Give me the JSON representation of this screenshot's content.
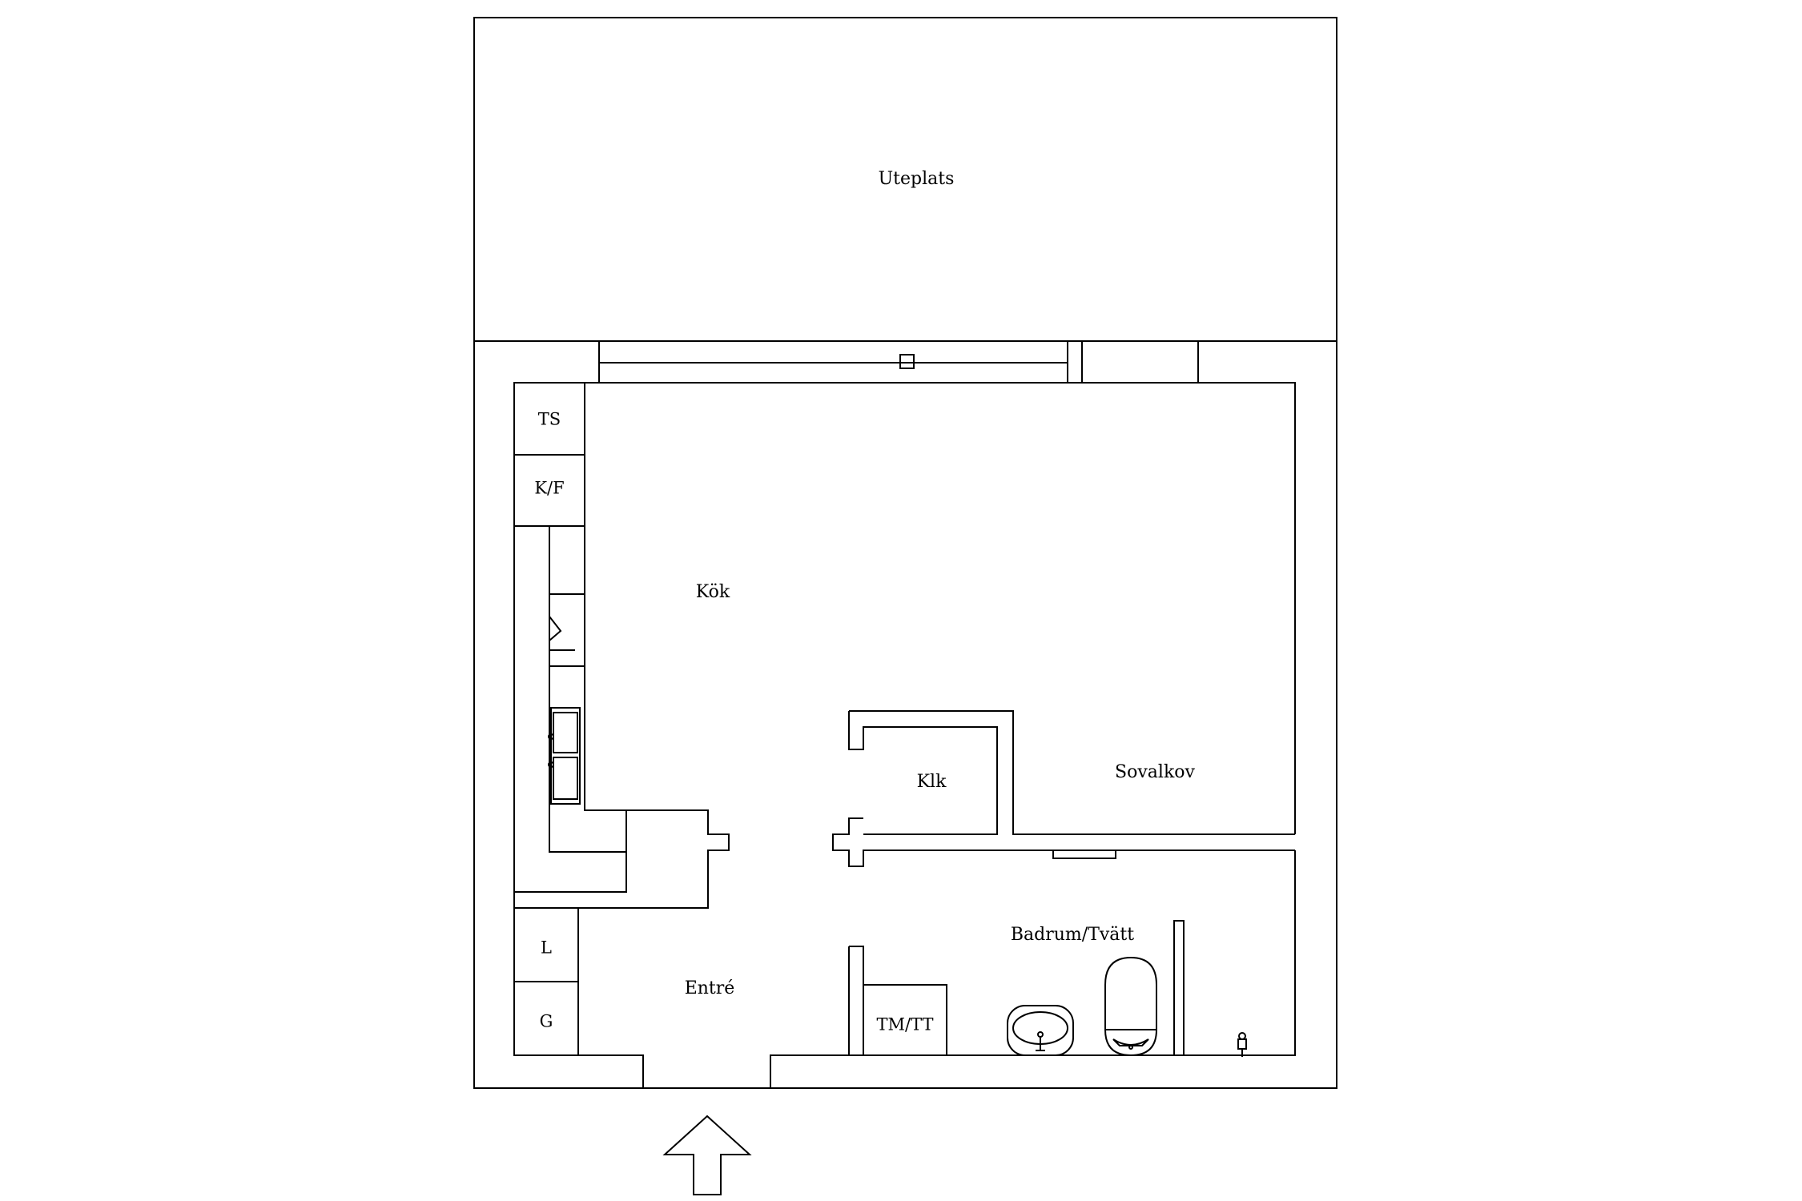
{
  "plan": {
    "rooms": {
      "uteplats": "Uteplats",
      "kok": "Kök",
      "klk": "Klk",
      "sovalkov": "Sovalkov",
      "badrum": "Badrum/Tvätt",
      "entre": "Entré"
    },
    "fixtures": {
      "ts": "TS",
      "kf": "K/F",
      "l": "L",
      "g": "G",
      "tmtt": "TM/TT"
    }
  }
}
